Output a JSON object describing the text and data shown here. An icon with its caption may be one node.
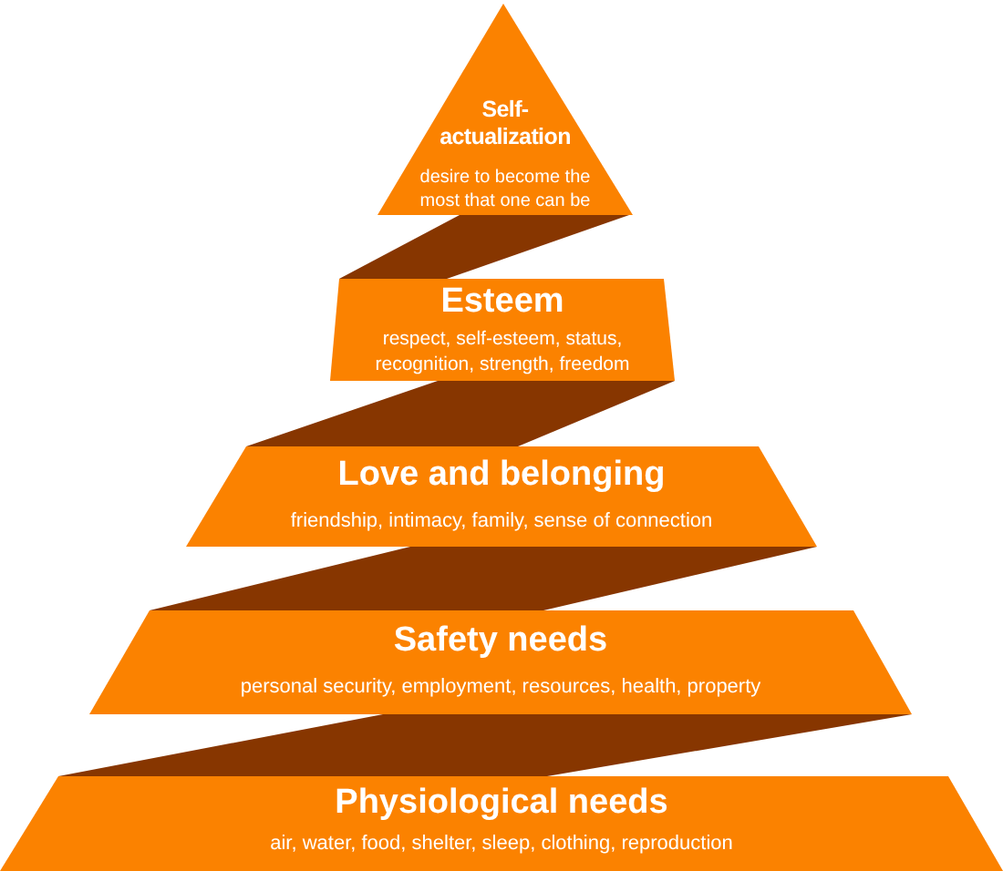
{
  "diagram": {
    "nodes": [
      {
        "text": [
          "Self-actualization",
          "desire to become the most that one can be"
        ]
      },
      {
        "text": [],
        "shape": "band"
      },
      {
        "text": [
          "Esteem",
          "respect, self-esteem, status, recognition, strength, freedom"
        ]
      },
      {
        "text": [],
        "shape": "band"
      },
      {
        "text": [
          "Love and belonging",
          "friendship, intimacy, family, sense of connection"
        ]
      },
      {
        "text": [],
        "shape": "band"
      },
      {
        "text": [
          "Safety needs",
          "personal security, employment, resources, health, property"
        ]
      },
      {
        "text": [],
        "shape": "band"
      },
      {
        "text": [
          "Physiological needs",
          "air, water, food, shelter, sleep, clothing, reproduction"
        ]
      }
    ]
  }
}
